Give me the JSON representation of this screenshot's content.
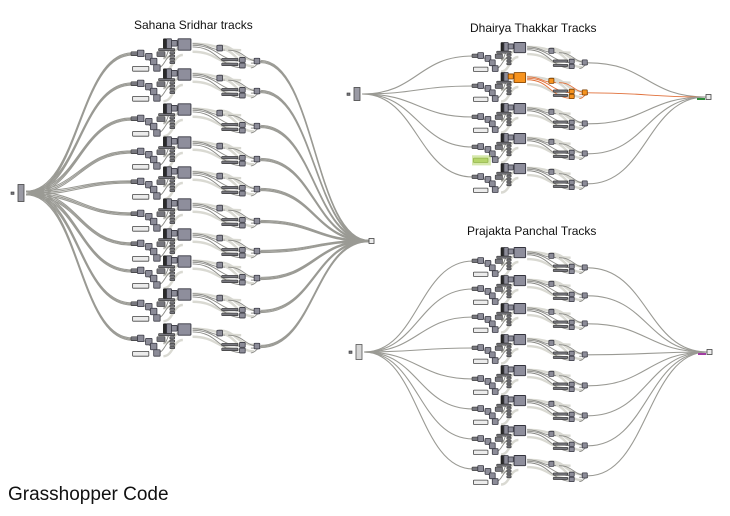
{
  "graphs": [
    {
      "id": "sahana",
      "title": "Sahana Sridhar tracks",
      "track_count": 10,
      "highlight": null
    },
    {
      "id": "dhairya",
      "title": "Dhairya Thakkar Tracks",
      "track_count": 5,
      "highlight": {
        "track_index": 1,
        "color": "#f7931e",
        "selected_panel_track": 3,
        "selected_panel_color": "#b5d66a"
      }
    },
    {
      "id": "prajakta",
      "title": "Prajakta Panchal Tracks",
      "track_count": 8,
      "highlight": null
    }
  ],
  "footer": "Grasshopper Code",
  "colors": {
    "node": "#8c8c98",
    "wire": "#8a8a86",
    "highlight_orange": "#f7931e",
    "highlight_green": "#b5d66a",
    "output_tag_dhairya": "#2e8b3a",
    "output_tag_prajakta": "#a23ba2"
  }
}
